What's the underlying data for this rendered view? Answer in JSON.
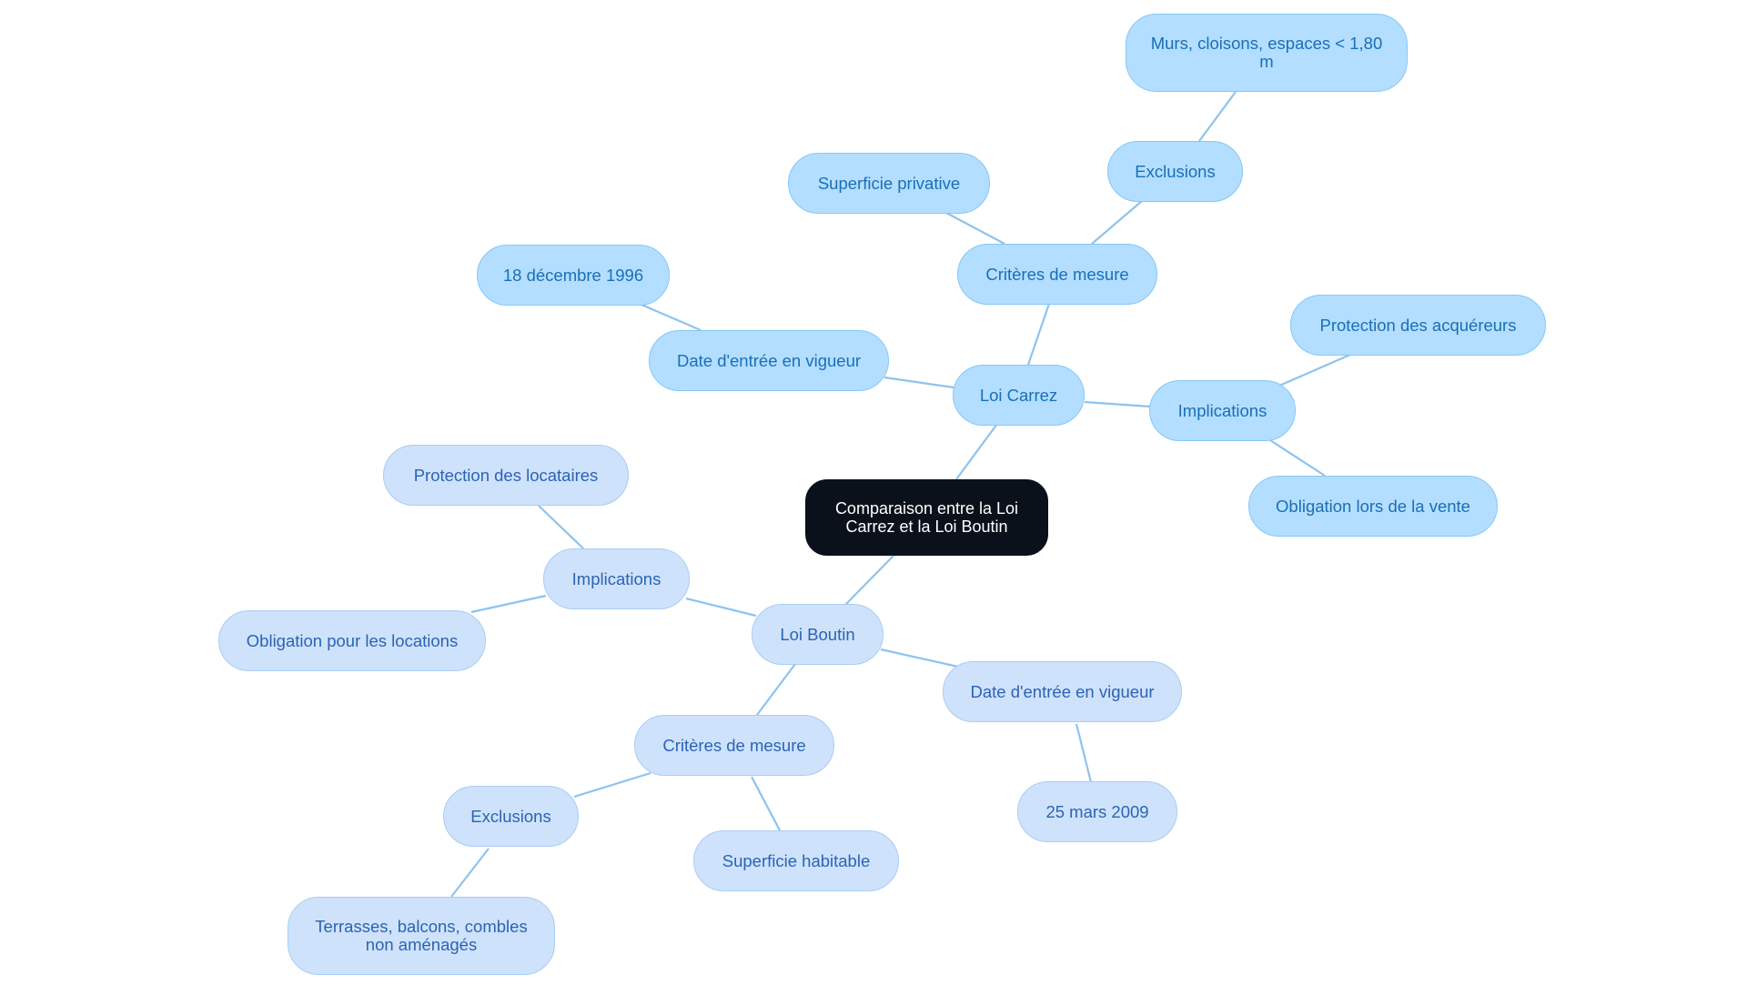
{
  "mindmap": {
    "root": "Comparaison entre la Loi Carrez et la Loi Boutin",
    "carrez": {
      "label": "Loi Carrez",
      "criteres": "Critères de mesure",
      "superficie": "Superficie privative",
      "exclusions": "Exclusions",
      "exclusions_detail": "Murs, cloisons, espaces < 1,80 m",
      "date_label": "Date d'entrée en vigueur",
      "date": "18 décembre 1996",
      "implications": "Implications",
      "protection": "Protection des acquéreurs",
      "obligation": "Obligation lors de la vente"
    },
    "boutin": {
      "label": "Loi Boutin",
      "implications": "Implications",
      "protection": "Protection des locataires",
      "obligation": "Obligation pour les locations",
      "criteres": "Critères de mesure",
      "exclusions": "Exclusions",
      "exclusions_detail": "Terrasses, balcons, combles non aménagés",
      "superficie": "Superficie habitable",
      "date_label": "Date d'entrée en vigueur",
      "date": "25 mars 2009"
    }
  },
  "colors": {
    "carrez_fill": "#b3deff",
    "boutin_fill": "#cfe2fb",
    "root_fill": "#0b111b",
    "edge": "#8ec3ec"
  }
}
